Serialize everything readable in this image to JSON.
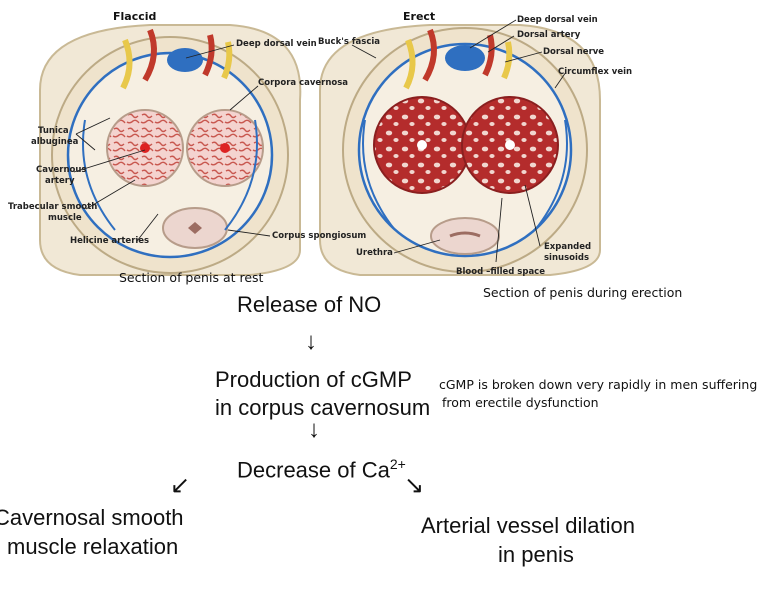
{
  "illustration": {
    "flaccid_title": "Flaccid",
    "erect_title": "Erect",
    "flaccid_labels": {
      "deep_dorsal_vein": "Deep dorsal vein",
      "corpora_cavernosa": "Corpora cavernosa",
      "tunica_albuginea_1": "Tunica",
      "tunica_albuginea_2": "albuginea",
      "cavernous_artery_1": "Cavernous",
      "cavernous_artery_2": "artery",
      "trabecular_1": "Trabecular smooth",
      "trabecular_2": "muscle",
      "helicine_arteries": "Helicine arteries",
      "corpus_spongiosum": "Corpus spongiosum"
    },
    "erect_labels": {
      "bucks_fascia": "Buck's fascia",
      "deep_dorsal_vein": "Deep dorsal vein",
      "dorsal_artery": "Dorsal artery",
      "dorsal_nerve": "Dorsal nerve",
      "circumflex_vein": "Circumflex vein",
      "urethra": "Urethra",
      "blood_filled_space": "Blood –filled space",
      "expanded_sinusoids_1": "Expanded",
      "expanded_sinusoids_2": "sinusoids"
    },
    "colors": {
      "tunica": "#e8dcc4",
      "vein_blue": "#2f6fc0",
      "artery_red": "#c0392b",
      "nerve_yellow": "#e8c84a",
      "flaccid_tissue": "#f2c9c4",
      "erect_tissue": "#b83232"
    }
  },
  "captions": {
    "rest": "Section of penis at rest",
    "erection": "Section of penis during erection"
  },
  "flow": {
    "step1": "Release of NO",
    "step2_line1": "Production of cGMP",
    "step2_line2": "in corpus cavernosum",
    "step3_base": "Decrease of Ca",
    "step3_sup": "2+",
    "left_line1": "Cavernosal smooth",
    "left_line2": "muscle relaxation",
    "right_line1": "Arterial vessel dilation",
    "right_line2": "in penis",
    "arrow_down": "↓",
    "arrow_down_left": "↙",
    "arrow_down_right": "↘"
  },
  "note": {
    "line1": "cGMP is broken down very rapidly in men suffering",
    "line2": "from erectile dysfunction"
  }
}
